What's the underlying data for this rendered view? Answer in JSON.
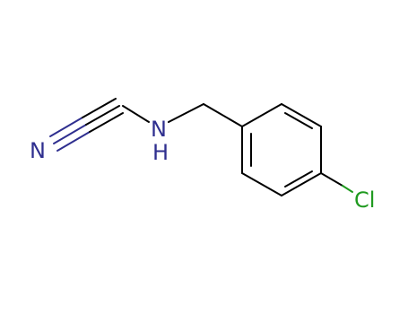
{
  "molecule": {
    "atoms": {
      "nitrile_n": {
        "label": "N",
        "color": "#2f2f8f"
      },
      "amine_n": {
        "label": "N",
        "color": "#2f2f8f"
      },
      "amine_h": {
        "label": "H",
        "color": "#2f2f8f"
      },
      "chlorine": {
        "label": "Cl",
        "color": "#1f9a1f"
      }
    },
    "colors": {
      "bond": "#000000",
      "nitrogen": "#2f2f8f",
      "chlorine": "#1f9a1f"
    }
  }
}
